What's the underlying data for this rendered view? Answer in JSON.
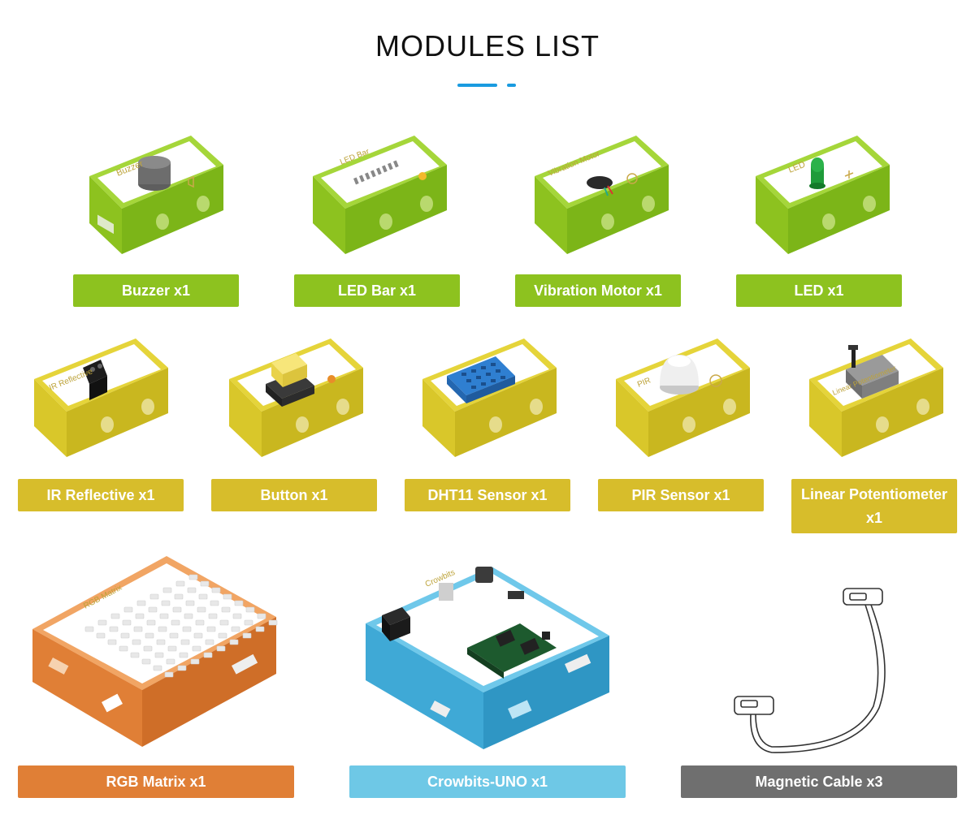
{
  "page": {
    "title": "MODULES LIST"
  },
  "colors": {
    "accent": "#1a9be0",
    "green_module": "#8dc21f",
    "yellow_module": "#d7bd2b",
    "orange_module": "#e07f36",
    "blue_module": "#6ec8e6",
    "cable": "#6f6f6f"
  },
  "modules": [
    {
      "label": "Buzzer x1",
      "silkscreen": "Buzzer",
      "icon": "buzzer-icon"
    },
    {
      "label": "LED Bar x1",
      "silkscreen": "LED Bar",
      "icon": "led-bar-icon"
    },
    {
      "label": "Vibration Motor x1",
      "silkscreen": "Vibration Motor",
      "icon": "vibration-motor-icon"
    },
    {
      "label": "LED x1",
      "silkscreen": "LED",
      "icon": "led-icon"
    },
    {
      "label": "IR Reflective x1",
      "silkscreen": "IR Reflective",
      "icon": "ir-reflective-icon"
    },
    {
      "label": "Button x1",
      "silkscreen": "",
      "icon": "button-icon"
    },
    {
      "label": "DHT11 Sensor x1",
      "silkscreen": "",
      "icon": "dht11-sensor-icon"
    },
    {
      "label": "PIR Sensor x1",
      "silkscreen": "PIR",
      "icon": "pir-sensor-icon"
    },
    {
      "label": "Linear Potentiometer x1",
      "silkscreen": "Linear Potentiometer",
      "icon": "linear-potentiometer-icon"
    },
    {
      "label": "RGB Matrix x1",
      "silkscreen": "RGB Matrix",
      "icon": "rgb-matrix-icon"
    },
    {
      "label": "Crowbits-UNO x1",
      "silkscreen": "Crowbits",
      "icon": "crowbits-uno-icon"
    },
    {
      "label": "Magnetic Cable x3",
      "silkscreen": "",
      "icon": "magnetic-cable-icon"
    }
  ]
}
